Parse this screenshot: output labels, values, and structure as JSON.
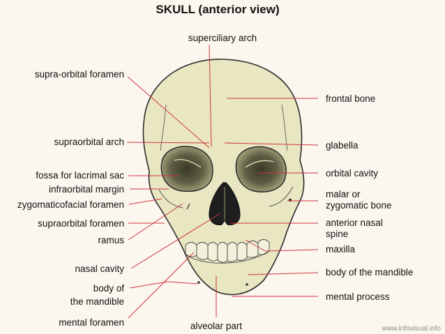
{
  "title": "SKULL (anterior view)",
  "watermark": "www.infovisual.info",
  "colors": {
    "bone": "#e9e6c2",
    "outline": "#2b2b2b",
    "leader": "#d0333f",
    "background": "#fbf7ef",
    "orbit": "#4a4a35"
  },
  "labels": {
    "superciliary_arch": "superciliary arch",
    "supra_orbital_foramen": "supra-orbital foramen",
    "frontal_bone": "frontal bone",
    "supraorbital_arch": "supraorbital arch",
    "glabella": "glabella",
    "fossa_lacrimal_sac": "fossa for lacrimal sac",
    "orbital_cavity": "orbital cavity",
    "infraorbital_margin": "infraorbital margin",
    "malar_line1": "malar or",
    "malar_line2": "zygomatic bone",
    "zygomaticofacial_foramen": "zygomaticofacial foramen",
    "supraorbital_foramen": "supraorbital foramen",
    "anterior_nasal_spine_line1": "anterior nasal",
    "anterior_nasal_spine_line2": "spine",
    "ramus": "ramus",
    "maxilla": "maxilla",
    "nasal_cavity": "nasal cavity",
    "body_mandible_right": "body of the mandible",
    "body_of_line1": "body of",
    "body_of_line2": "the mandible",
    "mental_process": "mental process",
    "mental_foramen": "mental foramen",
    "alveolar_part": "alveolar part"
  }
}
